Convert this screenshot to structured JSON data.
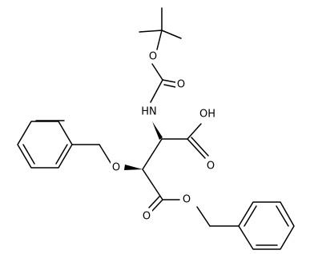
{
  "structure": {
    "atom_labels": {
      "o_boc_ester": "O",
      "o_boc_carbonyl": "O",
      "nh": "HN",
      "oh": "OH",
      "o_acid_carbonyl": "O",
      "o_benzyl_ether": "O",
      "o_ester_carbonyl": "O",
      "o_ester": "O"
    },
    "colors": {
      "bond": "#000000",
      "label": "#000000",
      "background": "#ffffff"
    }
  }
}
